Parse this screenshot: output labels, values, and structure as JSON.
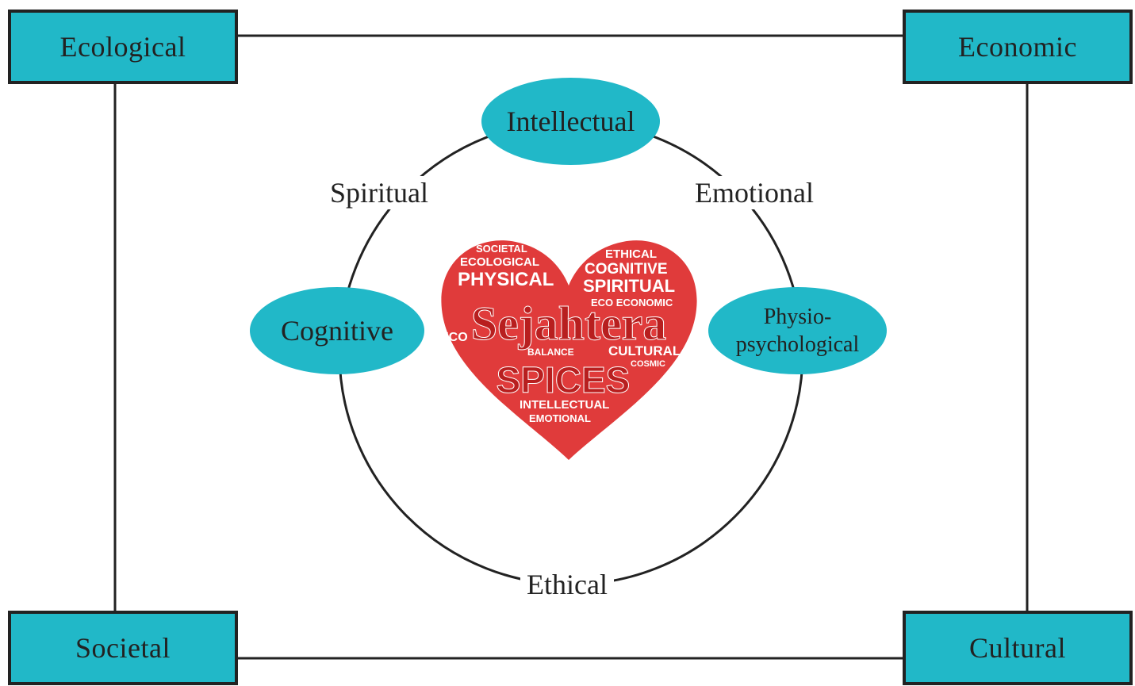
{
  "colors": {
    "box_fill": "#21b8c8",
    "oval_fill": "#21b8c8",
    "heart": "#e03b3b",
    "line": "#222222"
  },
  "corners": {
    "top_left": "Ecological",
    "top_right": "Economic",
    "bottom_left": "Societal",
    "bottom_right": "Cultural"
  },
  "circle_nodes": {
    "top": "Intellectual",
    "left": "Cognitive",
    "right_line1": "Physio-",
    "right_line2": "psychological"
  },
  "circle_labels": {
    "upper_left": "Spiritual",
    "upper_right": "Emotional",
    "bottom": "Ethical"
  },
  "heart": {
    "title": "Sejahtera",
    "subtitle": "SPICES",
    "words": {
      "societal": "SOCIETAL",
      "ecological": "ECOLOGICAL",
      "physical": "PHYSICAL",
      "ethical": "ETHICAL",
      "cognitive": "COGNITIVE",
      "spiritual": "SPIRITUAL",
      "eco_economic": "ECO ECONOMIC",
      "eco": "ECO",
      "balance": "BALANCE",
      "cultural": "CULTURAL",
      "cosmic": "COSMIC",
      "intellectual": "INTELLECTUAL",
      "emotional": "EMOTIONAL"
    }
  }
}
